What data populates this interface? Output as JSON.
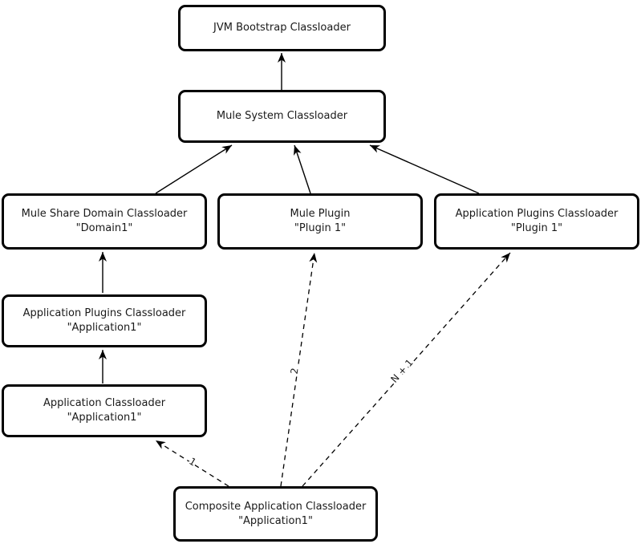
{
  "diagram": {
    "nodes": {
      "jvm_bootstrap": {
        "title": "JVM Bootstrap Classloader"
      },
      "mule_system": {
        "title": "Mule System Classloader"
      },
      "mule_share_domain": {
        "title": "Mule Share Domain Classloader",
        "subtitle": "\"Domain1\""
      },
      "mule_plugin": {
        "title": "Mule Plugin",
        "subtitle": "\"Plugin 1\""
      },
      "app_plugins_plugin1": {
        "title": "Application Plugins Classloader",
        "subtitle": "\"Plugin 1\""
      },
      "app_plugins_application1": {
        "title": "Application Plugins Classloader",
        "subtitle": "\"Application1\""
      },
      "app_classloader": {
        "title": "Application Classloader",
        "subtitle": "\"Application1\""
      },
      "composite_app_classloader": {
        "title": "Composite Application Classloader",
        "subtitle": "\"Application1\""
      }
    },
    "edge_labels": {
      "to_app_classloader": "1",
      "to_mule_plugin": "2",
      "to_app_plugins_plugin1": "N + 1"
    },
    "colors": {
      "box_border": "#000000",
      "box_fill": "#ffffff",
      "line": "#000000",
      "background": "#ffffff"
    }
  }
}
